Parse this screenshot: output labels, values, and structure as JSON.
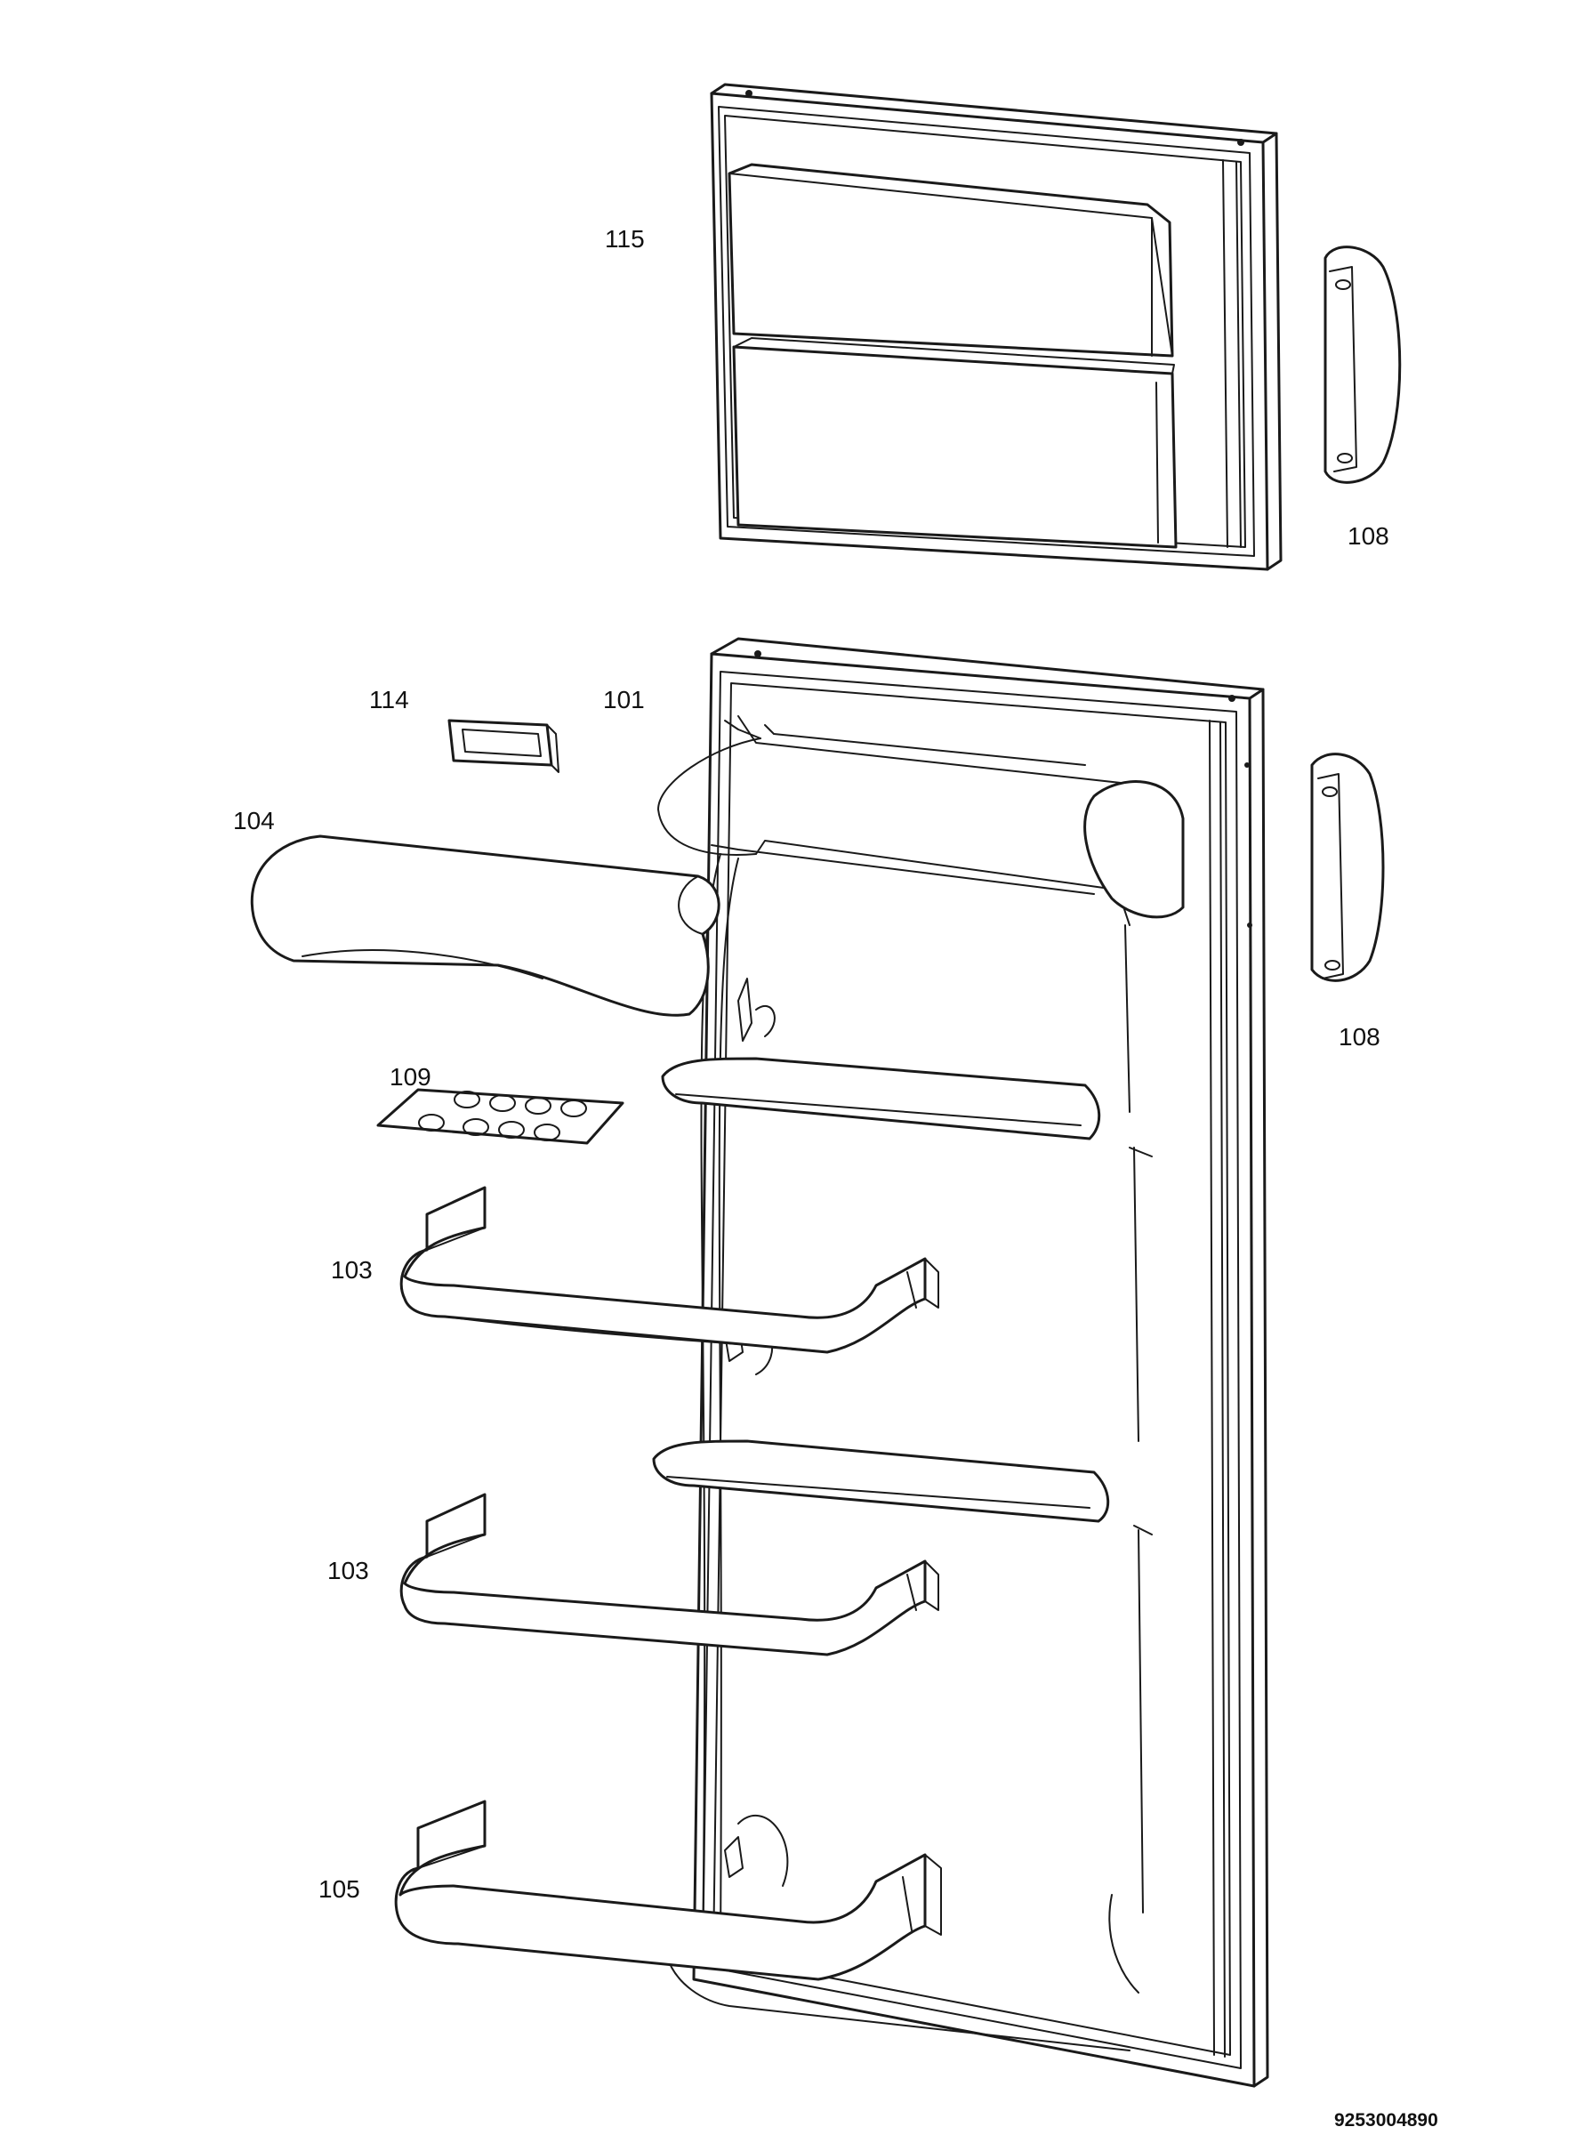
{
  "diagram": {
    "part_labels": {
      "p115": "115",
      "p108_top": "108",
      "p114": "114",
      "p101": "101",
      "p104": "104",
      "p108_bottom": "108",
      "p109": "109",
      "p103_upper": "103",
      "p103_lower": "103",
      "p105": "105"
    },
    "document_number": "9253004890"
  }
}
